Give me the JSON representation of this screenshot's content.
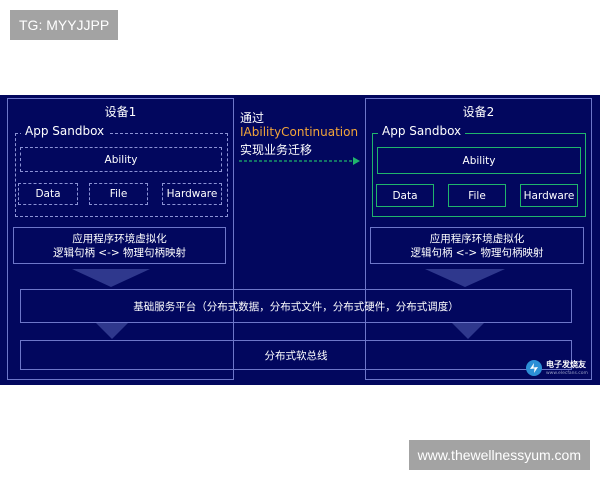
{
  "watermark_top": "TG: MYYJJPP",
  "watermark_bottom": "www.thewellnessyum.com",
  "device1": {
    "title": "设备1",
    "sandbox_label": "App Sandbox",
    "ability": "Ability",
    "data": "Data",
    "file": "File",
    "hardware": "Hardware",
    "env_line1": "应用程序环境虚拟化",
    "env_line2": "逻辑句柄 <-> 物理句柄映射"
  },
  "device2": {
    "title": "设备2",
    "sandbox_label": "App Sandbox",
    "ability": "Ability",
    "data": "Data",
    "file": "File",
    "hardware": "Hardware",
    "env_line1": "应用程序环境虚拟化",
    "env_line2": "逻辑句柄 <-> 物理句柄映射"
  },
  "migration": {
    "line1": "通过",
    "line2": "IAbilityContinuation",
    "line3": "实现业务迁移"
  },
  "base_platform": "基础服务平台（分布式数据，分布式文件，分布式硬件，分布式调度）",
  "soft_bus": "分布式软总线",
  "logo": {
    "text": "电子发烧友",
    "sub": "www.elecfans.com"
  },
  "colors": {
    "panel_bg": "#02075e",
    "accent_green": "#20b46c",
    "accent_orange": "#f2a53a",
    "frame": "#6d76c9"
  }
}
